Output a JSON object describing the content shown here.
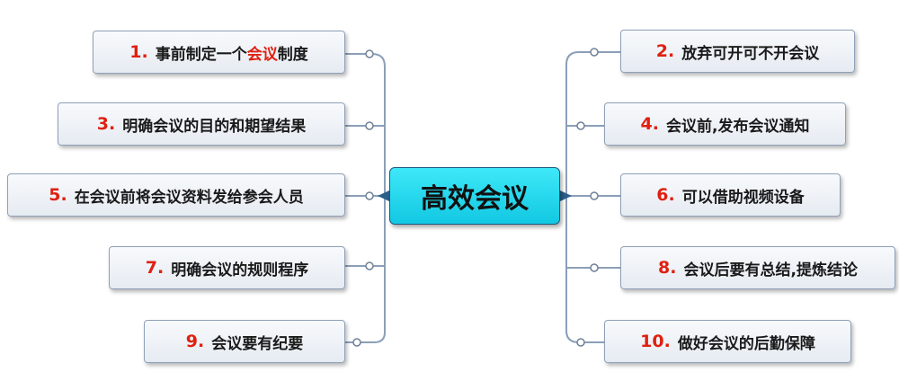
{
  "center": {
    "label": "高效会议"
  },
  "topics": [
    {
      "num": "1.",
      "before": "事前制定一个",
      "highlight": "会议",
      "after": "制度"
    },
    {
      "num": "2.",
      "before": "放弃可开可不开会议",
      "highlight": "",
      "after": ""
    },
    {
      "num": "3.",
      "before": "明确会议的目的和期望结果",
      "highlight": "",
      "after": ""
    },
    {
      "num": "4.",
      "before": "会议前,发布会议通知",
      "highlight": "",
      "after": ""
    },
    {
      "num": "5.",
      "before": "在会议前将会议资料发给参会人员",
      "highlight": "",
      "after": ""
    },
    {
      "num": "6.",
      "before": "可以借助视频设备",
      "highlight": "",
      "after": ""
    },
    {
      "num": "7.",
      "before": "明确会议的规则程序",
      "highlight": "",
      "after": ""
    },
    {
      "num": "8.",
      "before": "会议后要有总结,提炼结论",
      "highlight": "",
      "after": ""
    },
    {
      "num": "9.",
      "before": "会议要有纪要",
      "highlight": "",
      "after": ""
    },
    {
      "num": "10.",
      "before": "做好会议的后勤保障",
      "highlight": "",
      "after": ""
    }
  ],
  "colors": {
    "highlight": "#e02010",
    "center_fill": "#22d4ea",
    "connector": "#8b9fb8"
  }
}
